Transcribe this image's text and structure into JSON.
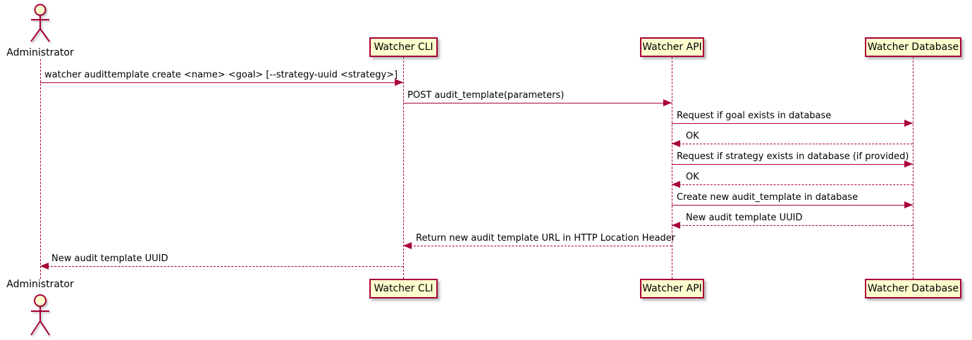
{
  "diagram": {
    "type": "sequence-diagram",
    "colors": {
      "accent": "#A80036",
      "participant_fill": "#FEFECE",
      "text": "#000000",
      "background": "#FFFFFF"
    },
    "actor": {
      "name": "Administrator"
    },
    "participants": [
      {
        "label": "Watcher CLI"
      },
      {
        "label": "Watcher API"
      },
      {
        "label": "Watcher Database"
      }
    ],
    "messages": [
      {
        "label": "watcher audittemplate create <name> <goal> [--strategy-uuid <strategy>]",
        "from": "Administrator",
        "to": "Watcher CLI",
        "line": "solid",
        "direction": "right"
      },
      {
        "label": "POST audit_template(parameters)",
        "from": "Watcher CLI",
        "to": "Watcher API",
        "line": "solid",
        "direction": "right"
      },
      {
        "label": "Request if goal exists in database",
        "from": "Watcher API",
        "to": "Watcher Database",
        "line": "solid",
        "direction": "right"
      },
      {
        "label": "OK",
        "from": "Watcher Database",
        "to": "Watcher API",
        "line": "dashed",
        "direction": "left"
      },
      {
        "label": "Request if strategy exists in database (if provided)",
        "from": "Watcher API",
        "to": "Watcher Database",
        "line": "solid",
        "direction": "right"
      },
      {
        "label": "OK",
        "from": "Watcher Database",
        "to": "Watcher API",
        "line": "dashed",
        "direction": "left"
      },
      {
        "label": "Create new audit_template in database",
        "from": "Watcher API",
        "to": "Watcher Database",
        "line": "solid",
        "direction": "right"
      },
      {
        "label": "New audit template UUID",
        "from": "Watcher Database",
        "to": "Watcher API",
        "line": "dashed",
        "direction": "left"
      },
      {
        "label": "Return new audit template URL in HTTP Location Header",
        "from": "Watcher API",
        "to": "Watcher CLI",
        "line": "dashed",
        "direction": "left"
      },
      {
        "label": "New audit template UUID",
        "from": "Watcher CLI",
        "to": "Administrator",
        "line": "dashed",
        "direction": "left"
      }
    ]
  }
}
